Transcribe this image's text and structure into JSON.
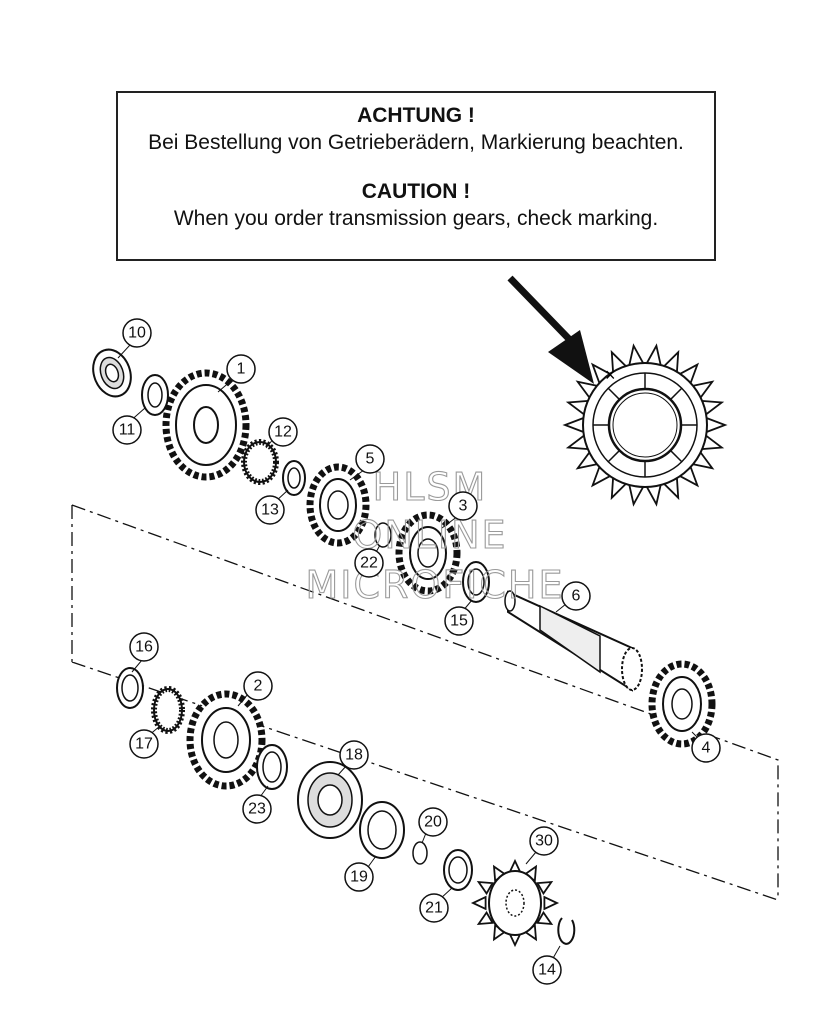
{
  "notice": {
    "de_title": "ACHTUNG !",
    "de_text": "Bei Bestellung von Getrieberädern, Markierung beachten.",
    "en_title": "CAUTION !",
    "en_text": "When you order transmission gears, check marking."
  },
  "watermark": {
    "line1": "HLSM",
    "line2": "ONLINE",
    "line3": "MICROFICHE"
  },
  "part_numbers": {
    "p1": "1",
    "p2": "2",
    "p3": "3",
    "p4": "4",
    "p5": "5",
    "p6": "6",
    "p10": "10",
    "p11": "11",
    "p12": "12",
    "p13": "13",
    "p14": "14",
    "p15": "15",
    "p16": "16",
    "p17": "17",
    "p18": "18",
    "p19": "19",
    "p20": "20",
    "p21": "21",
    "p22": "22",
    "p23": "23",
    "p30": "30"
  }
}
